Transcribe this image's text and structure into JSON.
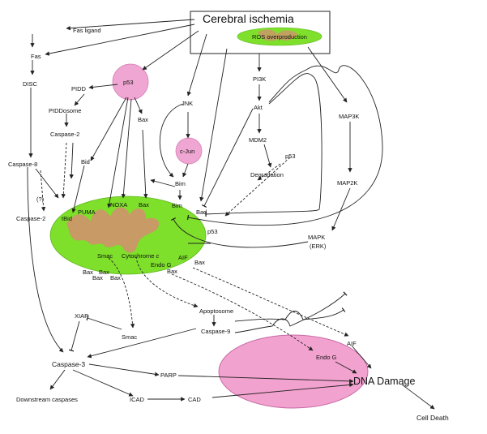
{
  "nodes": {
    "cerebral_ischemia": "Cerebral ischemia",
    "ros": "ROS overproduction",
    "fas_ligand": "Fas ligand",
    "fas": "Fas",
    "disc": "DISC",
    "caspase8": "Caspase-8",
    "q": "(?)",
    "caspase2_bottom": "Caspase-2",
    "p53_top": "p53",
    "pidd": "PIDD",
    "piddosome": "PIDDosome",
    "caspase2_top": "Caspase-2",
    "bid": "Bid",
    "tbid": "tBid",
    "puma": "PUMA",
    "noxa": "NOXA",
    "bax1": "Bax",
    "bax2": "Bax",
    "jnk": "JNK",
    "cjun": "c-Jun",
    "bim1": "Bim",
    "bim2": "Bim",
    "bad": "Bad",
    "pi3k": "PI3K",
    "akt": "Akt",
    "mdm2": "MDM2",
    "p53_mid": "p53",
    "degradation": "Degradation",
    "p53_mito": "p53",
    "map3k": "MAP3K",
    "map2k": "MAP2K",
    "mapk": "MAPK",
    "erk": "(ERK)",
    "smac_mito": "Smac",
    "cyto_c_label": "Cytochrome ",
    "cyto_c_italic": "c",
    "endog_mito": "Endo G",
    "aif_mito": "AIF",
    "bax_r": "Bax",
    "bax_r2": "Bax",
    "bax_a": "Bax",
    "bax_b": "Bax",
    "bax_c": "Bax",
    "bax_d": "Bax",
    "xiap": "XIAP",
    "smac": "Smac",
    "apoptosome": "Apoptosome",
    "caspase9": "Caspase-9",
    "caspase3": "Caspase-3",
    "parp": "PARP",
    "downstream": "Downstream caspases",
    "icad": "ICAD",
    "cad": "CAD",
    "aif_nuc": "AIF",
    "endog_nuc": "Endo G",
    "dna_damage": "DNA Damage",
    "cell_death": "Cell Death"
  },
  "colors": {
    "mitochondrion_green": "#7ee02a",
    "cristae_brown": "#c79a66",
    "nucleus_pink": "#f2a2cf",
    "p53_pink": "#f0a6d2",
    "outline": "#222222"
  }
}
